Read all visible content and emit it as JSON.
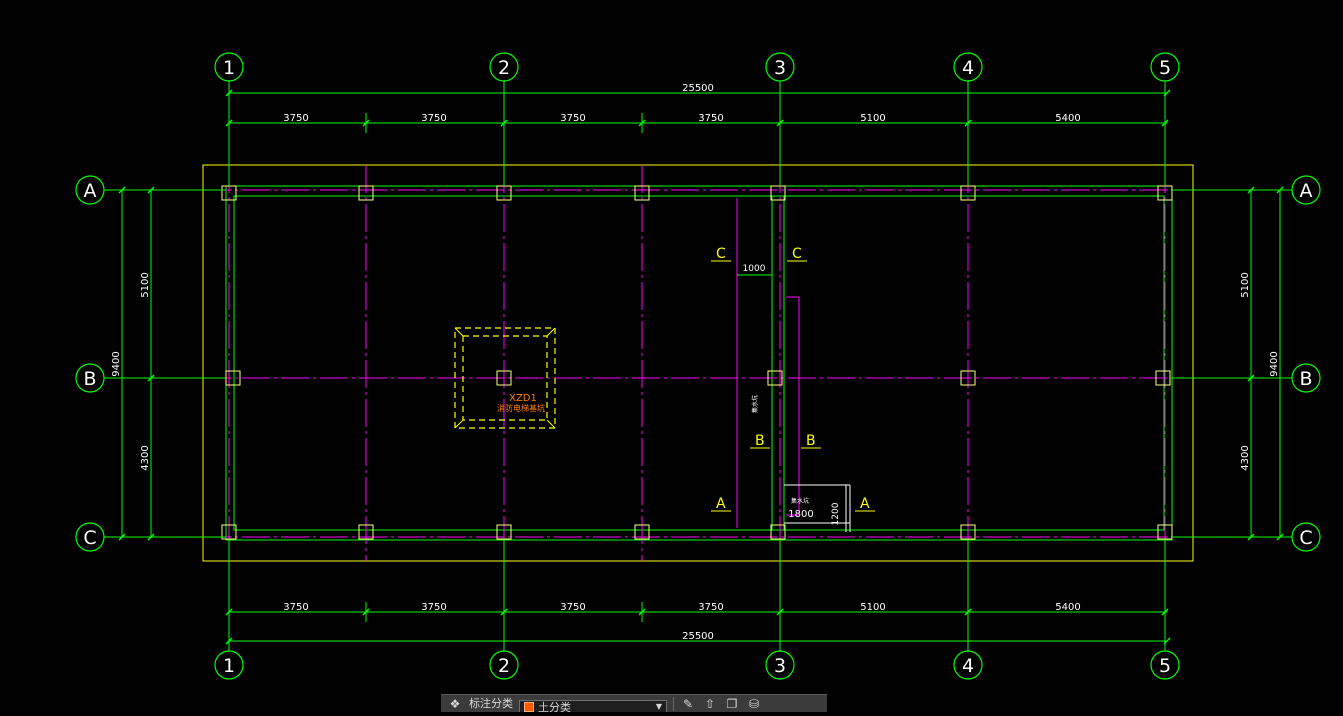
{
  "drawing": {
    "axis_columns": [
      "1",
      "2",
      "3",
      "4",
      "5"
    ],
    "axis_rows": [
      "A",
      "B",
      "C"
    ],
    "top_spans": [
      "3750",
      "3750",
      "3750",
      "3750",
      "5100",
      "5400"
    ],
    "bottom_spans": [
      "3750",
      "3750",
      "3750",
      "3750",
      "5100",
      "5400"
    ],
    "total_width": "25500",
    "side_spans": [
      "5100",
      "4300"
    ],
    "total_height": "9400",
    "section_marks": {
      "C": "C",
      "B": "B",
      "A": "A"
    },
    "dim_1000": "1000",
    "dim_1800": "1800",
    "dim_1200": "1200",
    "pit_label": "XZD1",
    "pit_sub_label": "消防电梯基坑",
    "wall_note": "集水坑",
    "sump_note": "集水坑"
  },
  "colors": {
    "background": "#000000",
    "dimension": "#00ff00",
    "axis": "#ff00ff",
    "outline": "#ffff00",
    "column": "#ffff80",
    "wall": "#00ff00",
    "pit": "#ffff00",
    "annotation": "#ff8000"
  },
  "toolbar": {
    "icon_left": "layers-icon",
    "label": "标注分类",
    "layer_current": "土分类",
    "icons": [
      "pencil-icon",
      "move-icon",
      "copy-icon",
      "database-icon"
    ]
  }
}
